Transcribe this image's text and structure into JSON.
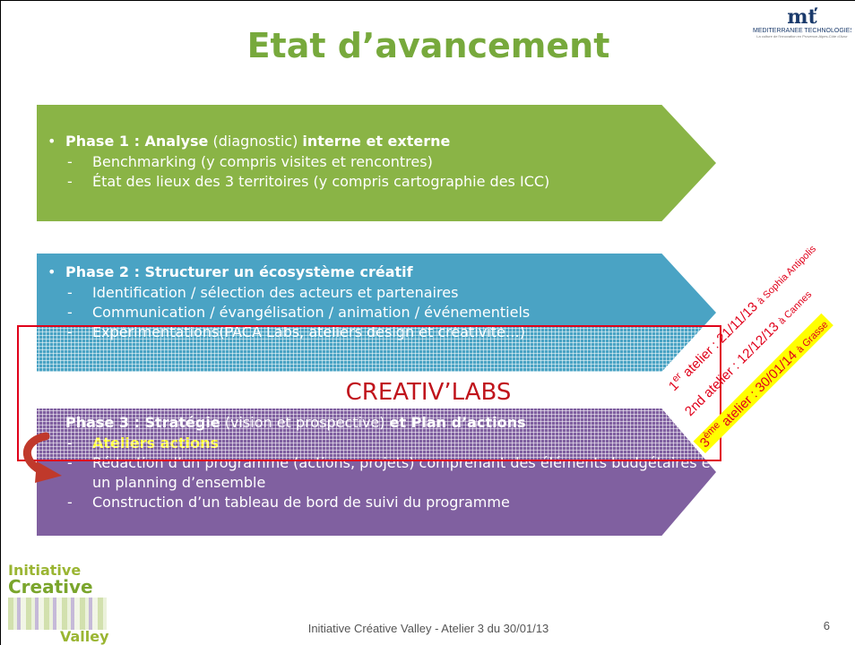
{
  "title": "Etat d’avancement",
  "logo_top": {
    "mark": "mť",
    "name": "MÉDITERRANÉE TECHNOLOGIES",
    "tagline": "La culture de l’innovation en Provence-Alpes-Côte d’Azur"
  },
  "phase1": {
    "bullet": "•",
    "title_bold": "Phase 1 : Analyse",
    "title_mid": " (diagnostic) ",
    "title_bold2": "interne et externe",
    "items": [
      "Benchmarking (y compris visites et rencontres)",
      "État des lieux des 3 territoires (y compris cartographie des ICC)"
    ]
  },
  "phase2": {
    "bullet": "•",
    "title_bold": "Phase 2 : Structurer un écosystème créatif",
    "items": [
      "Identification / sélection des acteurs et partenaires",
      "Communication / évangélisation / animation / événementiels",
      "Expérimentations(PACA Labs, ateliers design et créativité…)"
    ]
  },
  "creativ_labs": "CREATIV’LABS",
  "phase3": {
    "title_bold": "Phase 3 : Stratégie",
    "title_mid": " (vision et prospective) ",
    "title_bold2": "et  Plan d’actions",
    "highlight": "Ateliers actions",
    "items": [
      "Rédaction d’un programme (actions, projets) comprenant des éléments budgétaires et un planning d’ensemble",
      "Construction d’un tableau de bord de suivi du programme"
    ]
  },
  "dash": "-",
  "ateliers": [
    {
      "ord": "1",
      "sup": "er",
      "text": " atelier : 21/11/13 ",
      "small": "à Sophia Antipolis"
    },
    {
      "ord": "2nd",
      "sup": "",
      "text": " atelier : 12/12/13 ",
      "small": "à Cannes"
    },
    {
      "ord": "3",
      "sup": "ème",
      "text": " atelier : 30/01/14 ",
      "small": "à Grasse"
    }
  ],
  "logo_bottom": {
    "line1": "Initiative",
    "line2": "Creative",
    "line3": "Valley"
  },
  "footer": "Initiative Créative Valley - Atelier 3 du 30/01/13",
  "page_number": "6",
  "colors": {
    "title": "#77a93c",
    "phase1": "#8ab446",
    "phase2": "#4aa3c4",
    "phase3": "#8060a0",
    "red": "#e0001a",
    "highlight": "#ffff33"
  }
}
